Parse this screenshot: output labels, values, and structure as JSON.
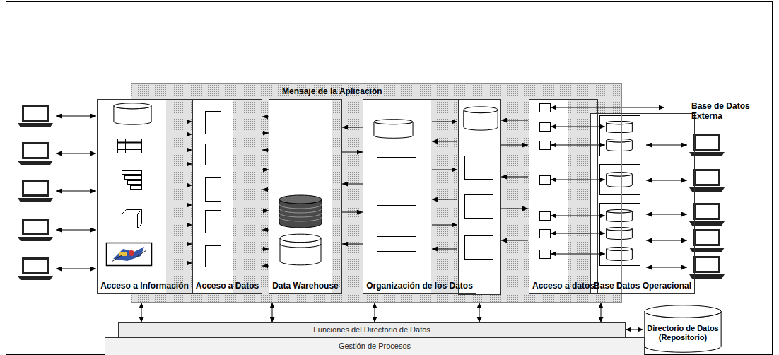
{
  "diagram": {
    "nodes": [
      {
        "text": [
          "Mensaje de la Aplicación"
        ]
      },
      {
        "text": [
          "Acceso a Información"
        ],
        "in": 0
      },
      {
        "text": [
          "Acceso a Datos"
        ],
        "in": 0
      },
      {
        "text": [
          "Data Warehouse"
        ],
        "in": 0
      },
      {
        "text": [
          "Organización de los Datos"
        ],
        "in": 0
      },
      {
        "text": [
          "Acceso a datos"
        ],
        "in": 0
      },
      {
        "text": [
          "Base Datos Operacional"
        ],
        "in": 0
      },
      {
        "text": [
          "Funciones del Directorio de Datos"
        ]
      },
      {
        "text": [
          "Gestión de Procesos"
        ]
      },
      {
        "text": [
          "Directorio de Datos (Repositorio)"
        ]
      }
    ],
    "edges": [
      {
        "from": 1,
        "to": 2,
        "arrow": "to"
      },
      {
        "from": 2,
        "to": 1,
        "arrow": "to"
      },
      {
        "from": 1,
        "to": 2,
        "arrow": "to"
      },
      {
        "from": 2,
        "to": 1,
        "arrow": "to"
      },
      {
        "from": 1,
        "to": 2,
        "arrow": "to"
      },
      {
        "from": 2,
        "to": 1,
        "arrow": "to"
      },
      {
        "from": 1,
        "to": 2,
        "arrow": "to"
      },
      {
        "from": 2,
        "to": 1,
        "arrow": "to"
      },
      {
        "from": 1,
        "to": 2,
        "arrow": "to"
      },
      {
        "from": 3,
        "to": 2,
        "arrow": "to"
      },
      {
        "from": 2,
        "to": 3,
        "arrow": "to"
      },
      {
        "from": 3,
        "to": 2,
        "arrow": "to"
      },
      {
        "from": 2,
        "to": 3,
        "arrow": "to"
      },
      {
        "from": 3,
        "to": 2,
        "arrow": "to"
      },
      {
        "from": 2,
        "to": 3,
        "arrow": "to"
      },
      {
        "from": 3,
        "to": 2,
        "arrow": "to"
      },
      {
        "from": 2,
        "to": 3,
        "arrow": "to"
      },
      {
        "from": 3,
        "to": 2,
        "arrow": "to"
      },
      {
        "from": 4,
        "to": 3,
        "arrow": "to"
      },
      {
        "from": 3,
        "to": 4,
        "arrow": "to"
      },
      {
        "from": 4,
        "to": 3,
        "arrow": "to"
      },
      {
        "from": 3,
        "to": 4,
        "arrow": "to"
      },
      {
        "from": 4,
        "to": 3,
        "arrow": "to"
      },
      {
        "from": 0,
        "to": 7,
        "arrow": "both"
      },
      {
        "from": 0,
        "to": 7,
        "arrow": "both"
      },
      {
        "from": 0,
        "to": 7,
        "arrow": "both"
      },
      {
        "from": 0,
        "to": 7,
        "arrow": "both"
      },
      {
        "from": 0,
        "to": 7,
        "arrow": "both"
      },
      {
        "from": 7,
        "to": 9,
        "arrow": "both"
      }
    ],
    "labels": [
      "Base de Datos Externa"
    ]
  }
}
